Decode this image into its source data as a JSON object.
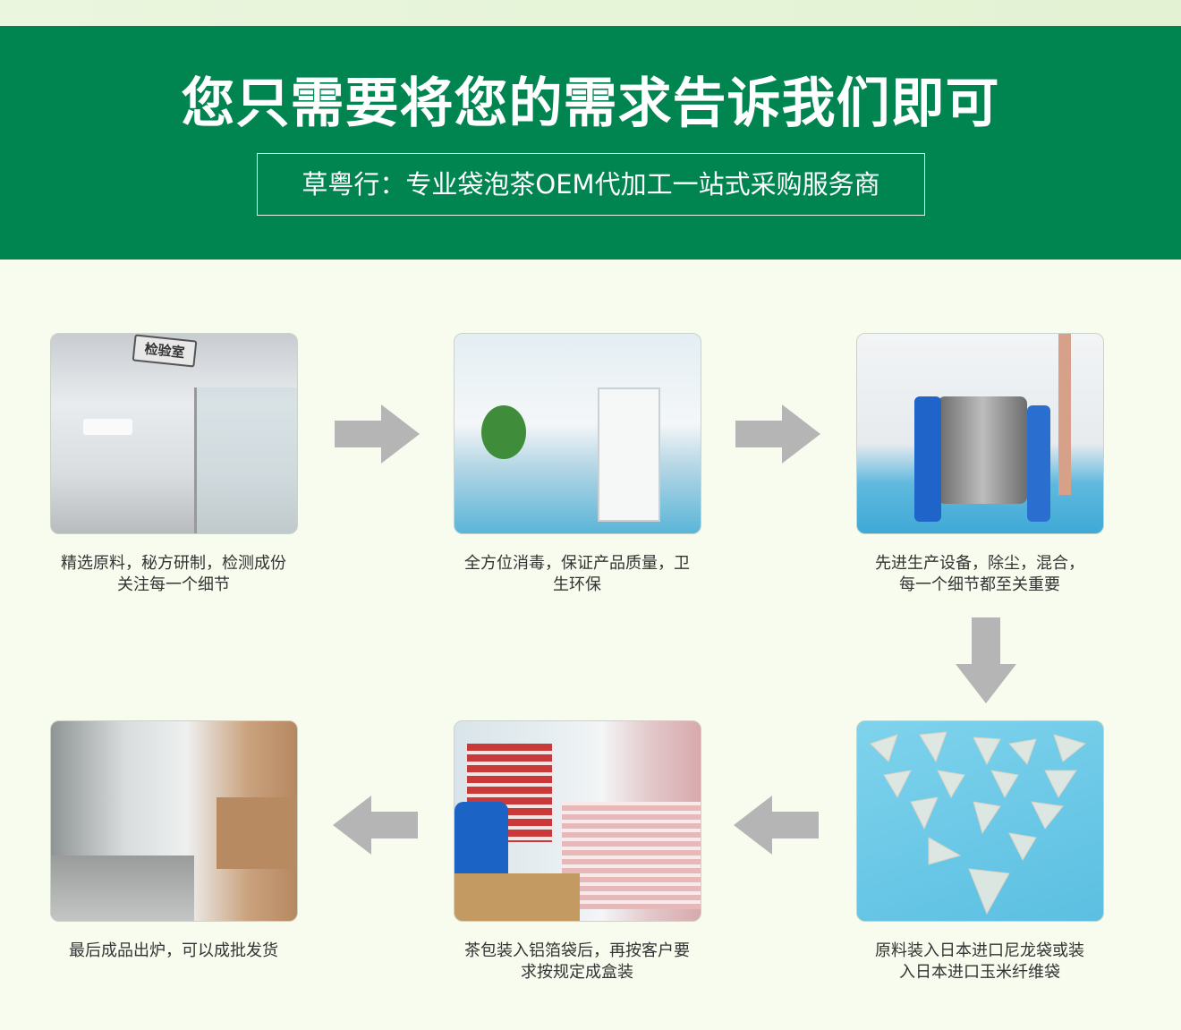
{
  "header": {
    "title": "您只需要将您的需求告诉我们即可",
    "subtitle": "草粤行：专业袋泡茶OEM代加工一站式采购服务商"
  },
  "colors": {
    "primary": "#008450",
    "arrow": "#b5b5b5",
    "background": "#f7fcee"
  },
  "steps": [
    {
      "caption_line1": "精选原料，秘方研制，检测成份",
      "caption_line2": "关注每一个细节",
      "sign": "检验室"
    },
    {
      "caption_line1": "全方位消毒，保证产品质量，卫",
      "caption_line2": "生环保"
    },
    {
      "caption_line1": "先进生产设备，除尘，混合，",
      "caption_line2": "每一个细节都至关重要"
    },
    {
      "caption_line1": "原料装入日本进口尼龙袋或装",
      "caption_line2": "入日本进口玉米纤维袋"
    },
    {
      "caption_line1": "茶包装入铝箔袋后，再按客户要",
      "caption_line2": "求按规定成盒装"
    },
    {
      "caption_line1": "最后成品出炉，可以成批发货",
      "caption_line2": ""
    }
  ]
}
